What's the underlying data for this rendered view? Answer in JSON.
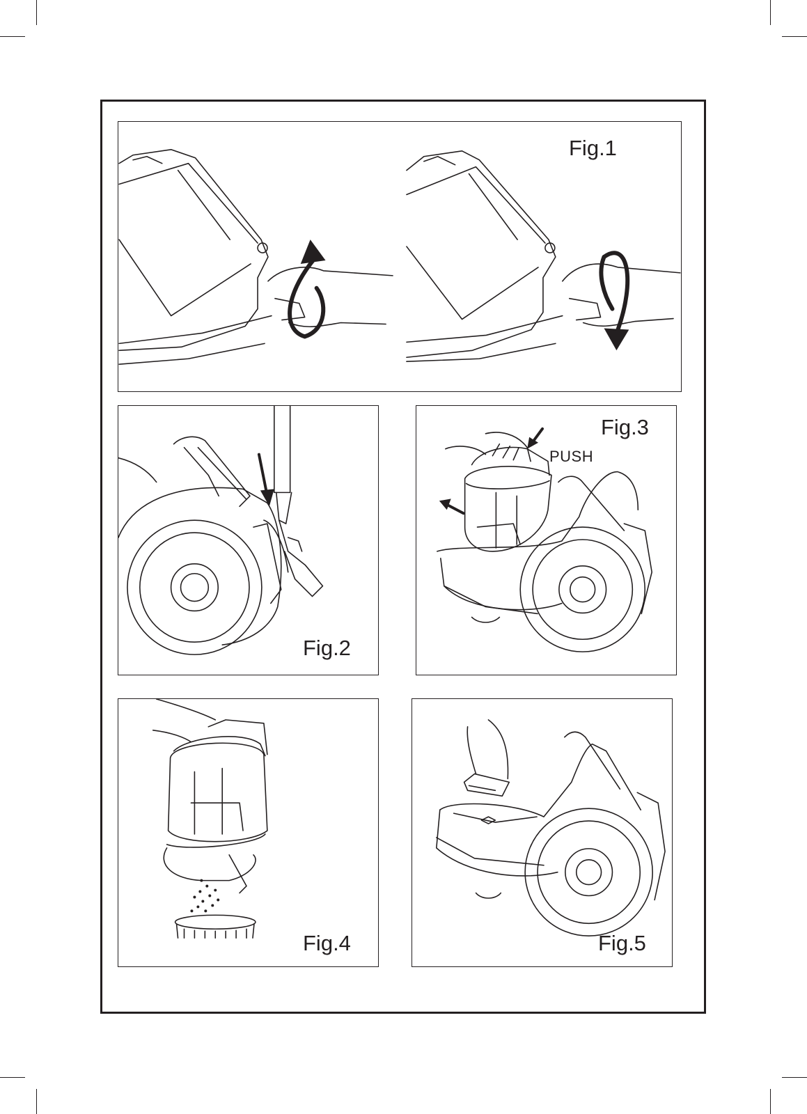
{
  "figures": {
    "fig1": {
      "label": "Fig.1"
    },
    "fig2": {
      "label": "Fig.2"
    },
    "fig3": {
      "label": "Fig.3",
      "callout": "PUSH"
    },
    "fig4": {
      "label": "Fig.4"
    },
    "fig5": {
      "label": "Fig.5"
    }
  },
  "colors": {
    "ink": "#231f20",
    "paper": "#ffffff"
  }
}
